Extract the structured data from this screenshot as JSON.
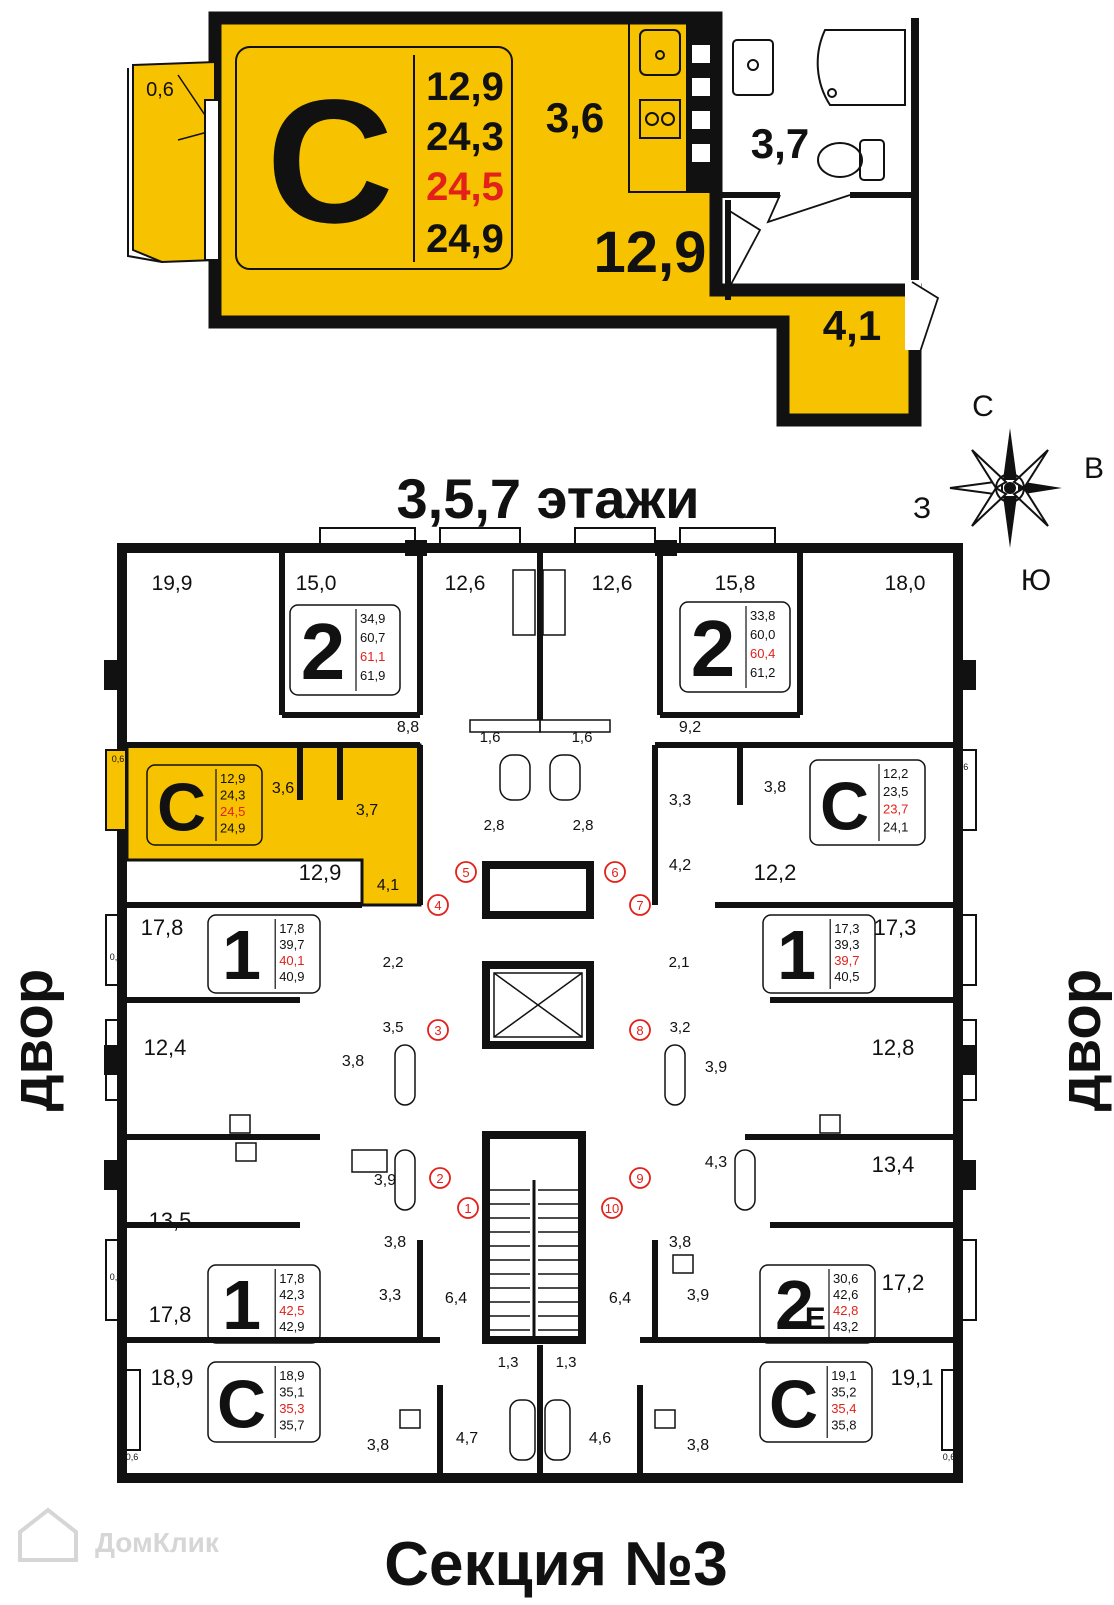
{
  "colors": {
    "wall": "#111111",
    "highlight": "#f7c200",
    "accent_red": "#e3211b",
    "line": "#1a1a1a",
    "watermark": "#d6d6d6"
  },
  "selected_unit": {
    "type_letter": "C",
    "areas": [
      "12,9",
      "24,3",
      "24,5",
      "24,9"
    ],
    "highlighted_area_index": 2,
    "rooms": {
      "balcony": "0,6",
      "kitchen": "3,6",
      "bath": "3,7",
      "living": "12,9",
      "hall": "4,1"
    }
  },
  "compass": {
    "north": "С",
    "east": "В",
    "south": "Ю",
    "west": "З"
  },
  "floors_title": "3,5,7 этажи",
  "courtyard_left": "двор",
  "courtyard_right": "двор",
  "section_title": "Секция №3",
  "watermark": "ДомКлик",
  "apartments": [
    {
      "id": "top-left-2",
      "type": "2",
      "areas": [
        "34,9",
        "60,7",
        "61,1",
        "61,9"
      ]
    },
    {
      "id": "top-right-2",
      "type": "2",
      "areas": [
        "33,8",
        "60,0",
        "60,4",
        "61,2"
      ]
    },
    {
      "id": "left-c-selected",
      "type": "C",
      "areas": [
        "12,9",
        "24,3",
        "24,5",
        "24,9"
      ]
    },
    {
      "id": "right-c",
      "type": "C",
      "areas": [
        "12,2",
        "23,5",
        "23,7",
        "24,1"
      ]
    },
    {
      "id": "left-1-top",
      "type": "1",
      "areas": [
        "17,8",
        "39,7",
        "40,1",
        "40,9"
      ]
    },
    {
      "id": "right-1-top",
      "type": "1",
      "areas": [
        "17,3",
        "39,3",
        "39,7",
        "40,5"
      ]
    },
    {
      "id": "left-1-bottom",
      "type": "1",
      "areas": [
        "17,8",
        "42,3",
        "42,5",
        "42,9"
      ]
    },
    {
      "id": "right-2e",
      "type": "2",
      "type_suffix": "Е",
      "areas": [
        "30,6",
        "42,6",
        "42,8",
        "43,2"
      ]
    },
    {
      "id": "left-c-bottom",
      "type": "C",
      "areas": [
        "18,9",
        "35,1",
        "35,3",
        "35,7"
      ]
    },
    {
      "id": "right-c-bottom",
      "type": "C",
      "areas": [
        "19,1",
        "35,2",
        "35,4",
        "35,8"
      ]
    }
  ],
  "room_labels": {
    "r_19_9": "19,9",
    "r_15_0": "15,0",
    "r_12_6a": "12,6",
    "r_12_6b": "12,6",
    "r_15_8": "15,8",
    "r_18_0": "18,0",
    "r_8_8": "8,8",
    "r_9_2": "9,2",
    "r_1_6a": "1,6",
    "r_1_6b": "1,6",
    "r_2_8a": "2,8",
    "r_2_8b": "2,8",
    "r_0_6a": "0,6",
    "r_3_6": "3,6",
    "r_3_7": "3,7",
    "r_12_9": "12,9",
    "r_4_1": "4,1",
    "r_3_3a": "3,3",
    "r_3_8a": "3,8",
    "r_4_2": "4,2",
    "r_12_2": "12,2",
    "r_17_8a": "17,8",
    "r_2_2": "2,2",
    "r_3_5": "3,5",
    "r_2_1": "2,1",
    "r_17_3": "17,3",
    "r_3_2": "3,2",
    "r_0_6b": "0,6",
    "r_0_6c": "0,6",
    "r_12_4": "12,4",
    "r_3_8b": "3,8",
    "r_3_9a": "3,9",
    "r_12_8": "12,8",
    "r_3_9b": "3,9",
    "r_13_4": "13,4",
    "r_4_3": "4,3",
    "r_13_5": "13,5",
    "r_3_8c": "3,8",
    "r_3_8d": "3,8",
    "r_0_6d": "0,6",
    "r_17_8b": "17,8",
    "r_3_3b": "3,3",
    "r_6_4a": "6,4",
    "r_6_4b": "6,4",
    "r_3_9c": "3,9",
    "r_17_2": "17,2",
    "r_1_3a": "1,3",
    "r_1_3b": "1,3",
    "r_18_9": "18,9",
    "r_19_1": "19,1",
    "r_3_8e": "3,8",
    "r_4_7": "4,7",
    "r_4_6": "4,6",
    "r_3_8f": "3,8",
    "r_0_6e": "0,6",
    "r_0_6f": "0,6",
    "r_0_6g": "0,6",
    "r_0_6h": "0,6"
  },
  "entrances": [
    "1",
    "2",
    "3",
    "4",
    "5",
    "6",
    "7",
    "8",
    "9",
    "10"
  ]
}
